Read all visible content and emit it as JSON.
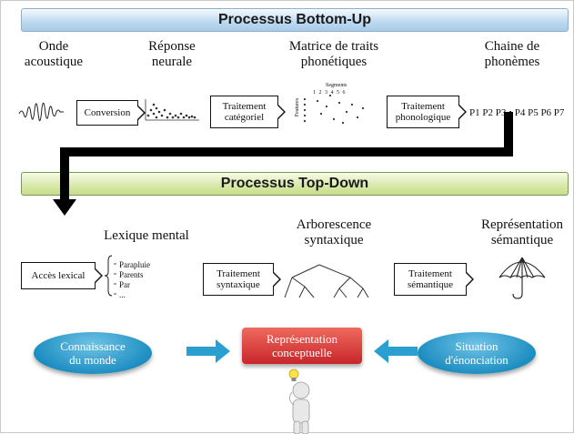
{
  "bottom_up": {
    "title": "Processus Bottom-Up",
    "labels": {
      "onde": "Onde\nacoustique",
      "reponse": "Réponse\nneurale",
      "matrice": "Matrice de traits\nphonétiques",
      "chaine": "Chaine de\nphonèmes"
    },
    "boxes": {
      "conversion": "Conversion",
      "categoriel": "Traitement\ncatégoriel",
      "phonologique": "Traitement\nphonologique"
    },
    "matrix_axis": {
      "segments": "Segments",
      "features": "Features",
      "numbers": "1 2 3 4 5 6"
    },
    "phonemes": "P1 P2 P3 • P4 P5 P6 P7"
  },
  "top_down": {
    "title": "Processus Top-Down",
    "labels": {
      "lexique": "Lexique mental",
      "arbo": "Arborescence\nsyntaxique",
      "repr_sem": "Représentation\nsémantique"
    },
    "boxes": {
      "acces": "Accès lexical",
      "syntaxique": "Traitement\nsyntaxique",
      "semantique": "Traitement\nsémantique"
    },
    "lexicon_items": [
      "Parapluie",
      "Parents",
      "Par",
      "..."
    ]
  },
  "bottom": {
    "connaissance": "Connaissance\ndu monde",
    "representation": "Représentation\nconceptuelle",
    "situation": "Situation\nd'énonciation"
  },
  "colors": {
    "oval": "#1f8fc2",
    "red": "#c8262a",
    "arrow": "#2aa0d0"
  }
}
